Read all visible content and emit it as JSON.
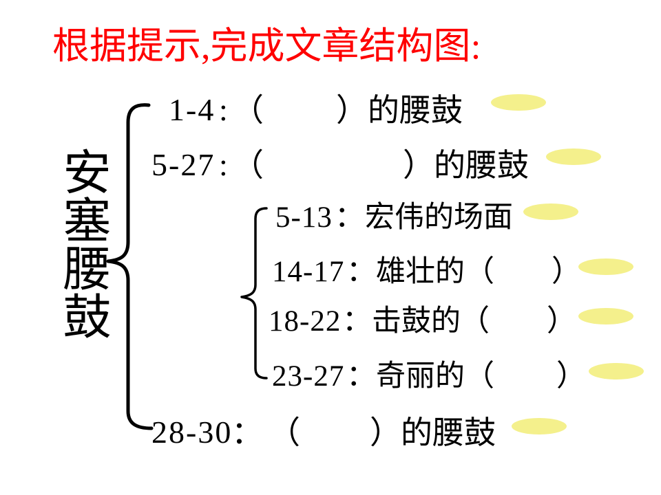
{
  "title": "根据提示,完成文章结构图:",
  "outline": {
    "root": "安塞腰鼓",
    "sections": [
      {
        "range": "1-4",
        "colon": ":",
        "open": "（",
        "close": "）",
        "suffix": "的腰鼓"
      },
      {
        "range": "5-27",
        "colon": ":",
        "open": "（",
        "close": "）",
        "suffix": "的腰鼓",
        "parts": [
          {
            "range": "5-13",
            "colon": "：",
            "label": "宏伟的场面"
          },
          {
            "range": "14-17",
            "colon": "：",
            "label": "雄壮的",
            "open": "（",
            "close": "）"
          },
          {
            "range": "18-22",
            "colon": "：",
            "label": "击鼓的",
            "open": "（",
            "close": "）"
          },
          {
            "range": "23-27",
            "colon": "：",
            "label": "奇丽的",
            "open": "（",
            "close": "）"
          }
        ]
      },
      {
        "range": "28-30",
        "colon": "：",
        "open": "（",
        "close": "）",
        "suffix": "的腰鼓"
      }
    ]
  },
  "colors": {
    "background": "#FFFFFF",
    "title": "#FF0000",
    "text": "#000000",
    "ellipse": "#F4F08C"
  }
}
